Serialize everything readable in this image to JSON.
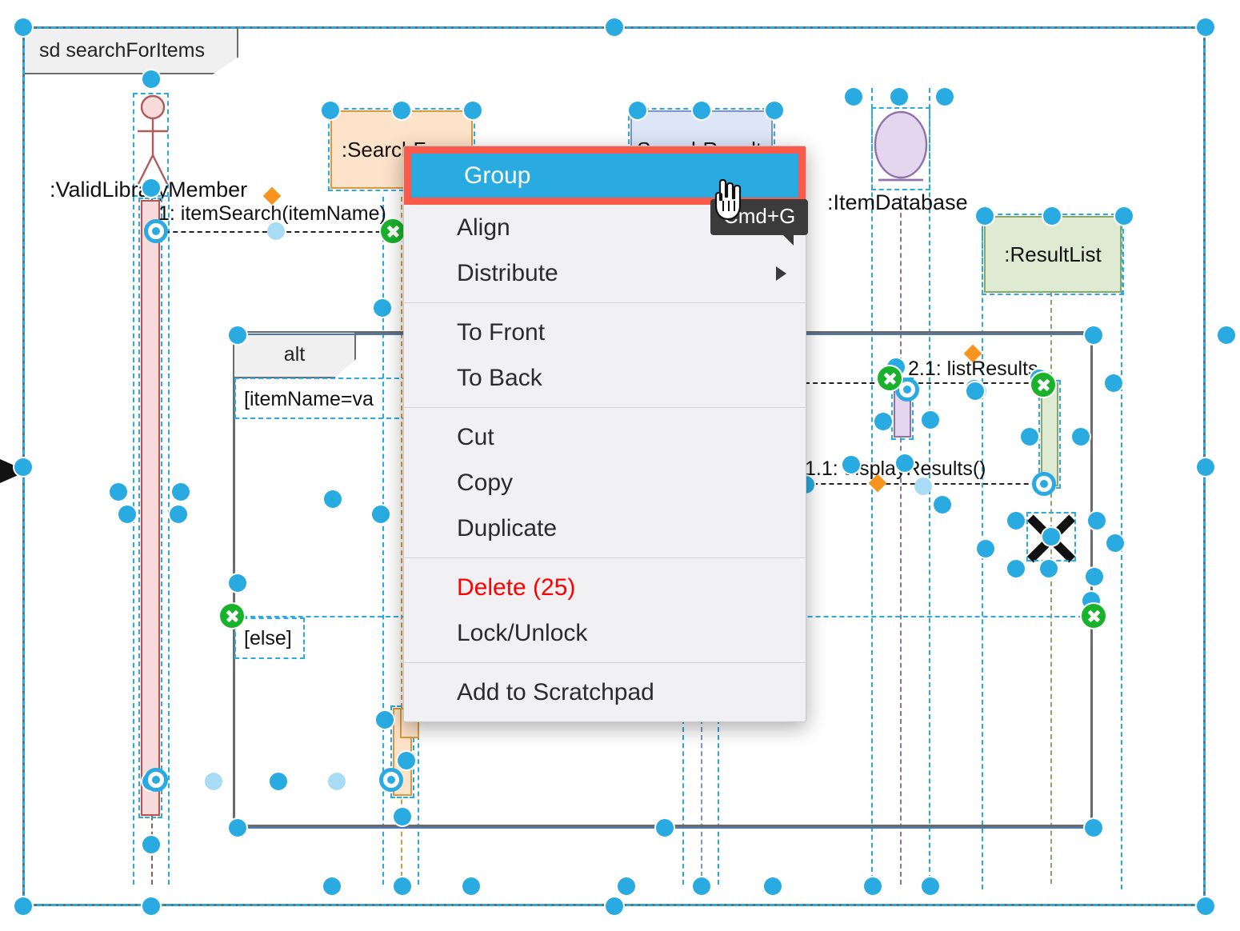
{
  "diagram": {
    "frame_label": "sd searchForItems",
    "fragment_label": "alt",
    "guard_visible": "[itemName=va",
    "else_label": "[else]",
    "participants": [
      {
        "name": ":ValidLibraryMember",
        "shape": "actor",
        "fill": "#f7dada",
        "stroke": "#b05a5a"
      },
      {
        "name": ":SearchForm",
        "shape": "box",
        "fill": "#fde3c9",
        "stroke": "#d99a3e"
      },
      {
        "name": ":SearchResults",
        "shape": "box",
        "fill": "#dde6f7",
        "stroke": "#7f93c4"
      },
      {
        "name": ":ItemDatabase",
        "shape": "entity",
        "fill": "#e4d6ee",
        "stroke": "#8f72a8"
      },
      {
        "name": ":ResultList",
        "shape": "box",
        "fill": "#dfead2",
        "stroke": "#8aa86a"
      }
    ],
    "messages": [
      {
        "label": "1: itemSearch(itemName)"
      },
      {
        "label": "2.1: listResults"
      },
      {
        "label": "1.1: displayResults()"
      }
    ]
  },
  "context_menu": {
    "items": [
      {
        "label": "Group",
        "state": "selected",
        "submenu": false,
        "danger": false
      },
      {
        "label": "Align",
        "state": "normal",
        "submenu": true,
        "danger": false
      },
      {
        "label": "Distribute",
        "state": "normal",
        "submenu": true,
        "danger": false
      },
      {
        "label": "To Front",
        "state": "normal",
        "submenu": false,
        "danger": false
      },
      {
        "label": "To Back",
        "state": "normal",
        "submenu": false,
        "danger": false
      },
      {
        "label": "Cut",
        "state": "normal",
        "submenu": false,
        "danger": false
      },
      {
        "label": "Copy",
        "state": "normal",
        "submenu": false,
        "danger": false
      },
      {
        "label": "Duplicate",
        "state": "normal",
        "submenu": false,
        "danger": false
      },
      {
        "label": "Delete (25)",
        "state": "normal",
        "submenu": false,
        "danger": true
      },
      {
        "label": "Lock/Unlock",
        "state": "normal",
        "submenu": false,
        "danger": false
      },
      {
        "label": "Add to Scratchpad",
        "state": "normal",
        "submenu": false,
        "danger": false
      }
    ],
    "labels": {
      "group": "Group",
      "align": "Align",
      "distribute": "Distribute",
      "to_front": "To Front",
      "to_back": "To Back",
      "cut": "Cut",
      "copy": "Copy",
      "duplicate": "Duplicate",
      "delete": "Delete (25)",
      "lock_unlock": "Lock/Unlock",
      "add_to_scratchpad": "Add to Scratchpad"
    },
    "selection_count": 25,
    "tooltip": "Cmd+G",
    "colors": {
      "highlight": "#29ABE2",
      "highlight_border": "#FB5A4B",
      "danger": "#FF0000",
      "menu_bg": "#F1F1F3",
      "tooltip_bg": "#3B3B3B"
    }
  },
  "selection": {
    "handle_color": "#29ABE2",
    "endpoint_marker_color": "#19B22B",
    "anchor_color": "#F7941E"
  }
}
